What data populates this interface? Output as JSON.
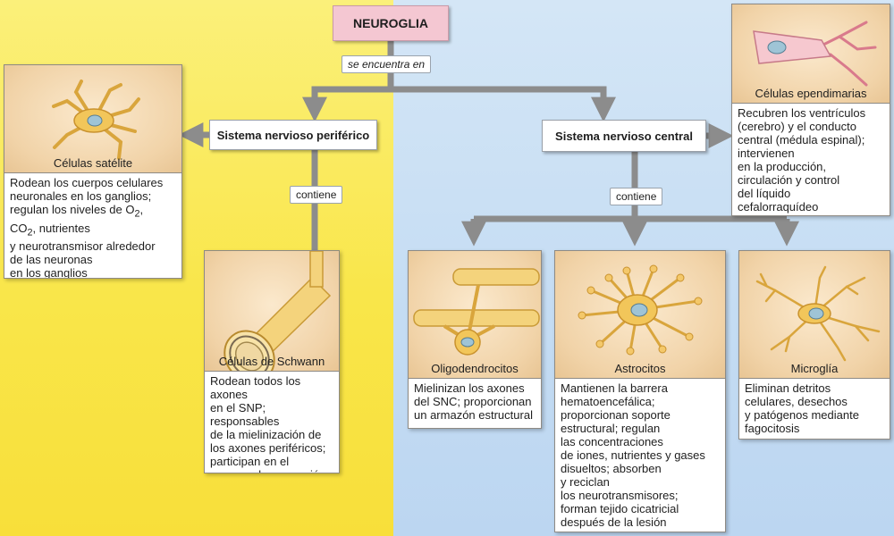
{
  "title": "NEUROGLIA",
  "connector_labels": {
    "found_in": "se encuentra en",
    "contains_peripheral": "contiene",
    "contains_central": "contiene"
  },
  "systems": {
    "peripheral": "Sistema nervioso periférico",
    "central": "Sistema nervioso central"
  },
  "cells": {
    "satellite": {
      "name": "Células satélite",
      "desc_lines": [
        "Rodean los cuerpos celulares",
        "neuronales en los ganglios;",
        "regulan los niveles de O",
        "2",
        ",",
        "CO",
        "2",
        ", nutrientes",
        "y neurotransmisor alrededor",
        "de las neuronas",
        "en los ganglios"
      ]
    },
    "schwann": {
      "name": "Células de Schwann",
      "desc": "Rodean todos los axones\nen el SNP; responsables\nde la mielinización de\nlos axones periféricos;\nparticipan en el\nproceso de reparación\ndespués de la lesión"
    },
    "ependymal": {
      "name": "Células ependimarias",
      "desc": "Recubren los ventrículos\n(cerebro) y el conducto\ncentral (médula espinal);\nintervienen\nen la producción,\ncirculación y control\ndel líquido\ncefalorraquídeo"
    },
    "oligodendrocytes": {
      "name": "Oligodendrocitos",
      "desc": "Mielinizan los axones\ndel SNC; proporcionan\nun armazón estructural"
    },
    "astrocytes": {
      "name": "Astrocitos",
      "desc": "Mantienen la barrera\nhematoencefálica;\nproporcionan soporte\nestructural; regulan\nlas concentraciones\nde iones, nutrientes y gases\ndisueltos; absorben\ny reciclan\nlos neurotransmisores;\nforman tejido cicatricial\ndespués de la lesión"
    },
    "microglia": {
      "name": "Microglía",
      "desc": "Eliminan detritos\ncelulares, desechos\ny patógenos mediante\nfagocitosis"
    }
  },
  "colors": {
    "peripheral_bg": "#f9e64a",
    "central_bg": "#c4dcf3",
    "title_box": "#f4c7d2",
    "arrow": "#8c8c8c"
  }
}
